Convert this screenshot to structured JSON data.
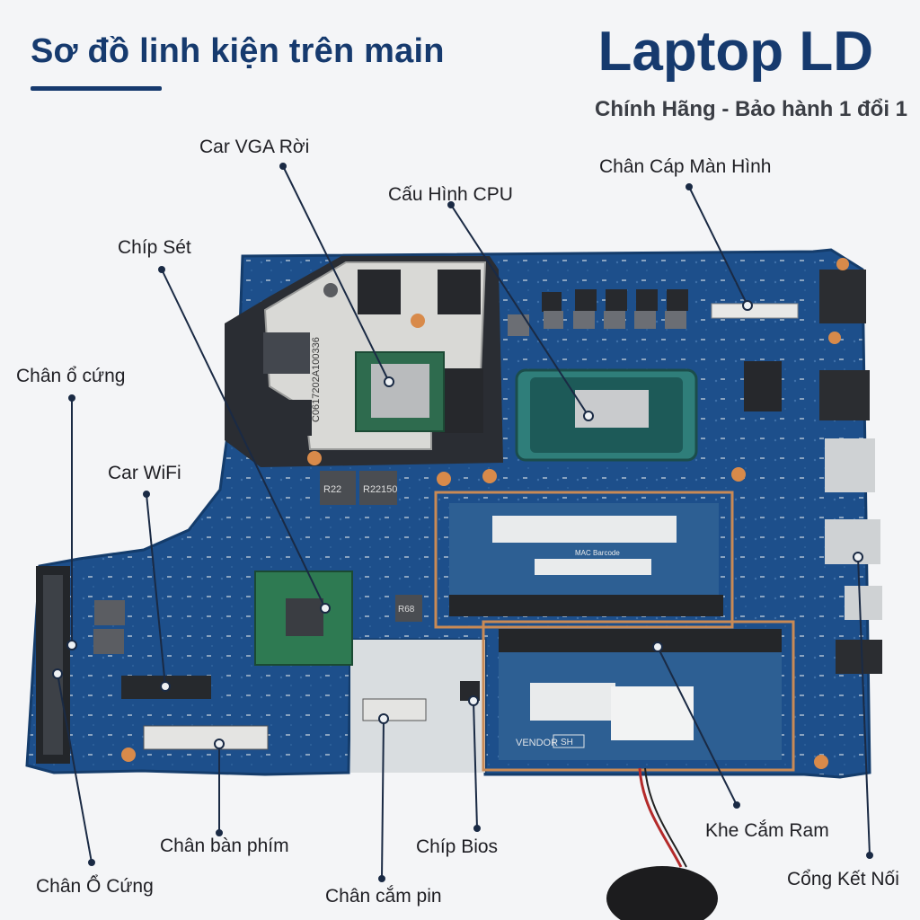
{
  "header": {
    "heading": "Sơ đồ linh kiện trên main",
    "brand": "Laptop LD",
    "tagline": "Chính Hãng - Bảo hành 1 đổi 1"
  },
  "colors": {
    "brand_navy": "#163a6e",
    "board_blue": "#1c4f8a",
    "leader_line": "#1a2a44",
    "heatsink_silver": "#d9d9d6"
  },
  "labels": {
    "vga": "Car VGA Rời",
    "cpu": "Cấu Hình CPU",
    "lcd": "Chân Cáp Màn Hình",
    "chipset": "Chíp Sét",
    "hdd_top": "Chân ổ cứng",
    "wifi": "Car WiFi",
    "keyboard": "Chân bàn phím",
    "hdd_bottom": "Chân Ổ Cứng",
    "battery": "Chân cắm pin",
    "bios": "Chíp Bios",
    "ram": "Khe Cắm Ram",
    "ports": "Cổng Kết Nối"
  },
  "board_text": {
    "gpu_marking": "C0617202A100336",
    "ram_sticker": "MAC Barcode",
    "vendor": "VENDOR",
    "vendor_code": "SH",
    "inductor_1": "R22",
    "inductor_2": "R22",
    "inductor_3": "150",
    "inductor_4": "R68"
  }
}
